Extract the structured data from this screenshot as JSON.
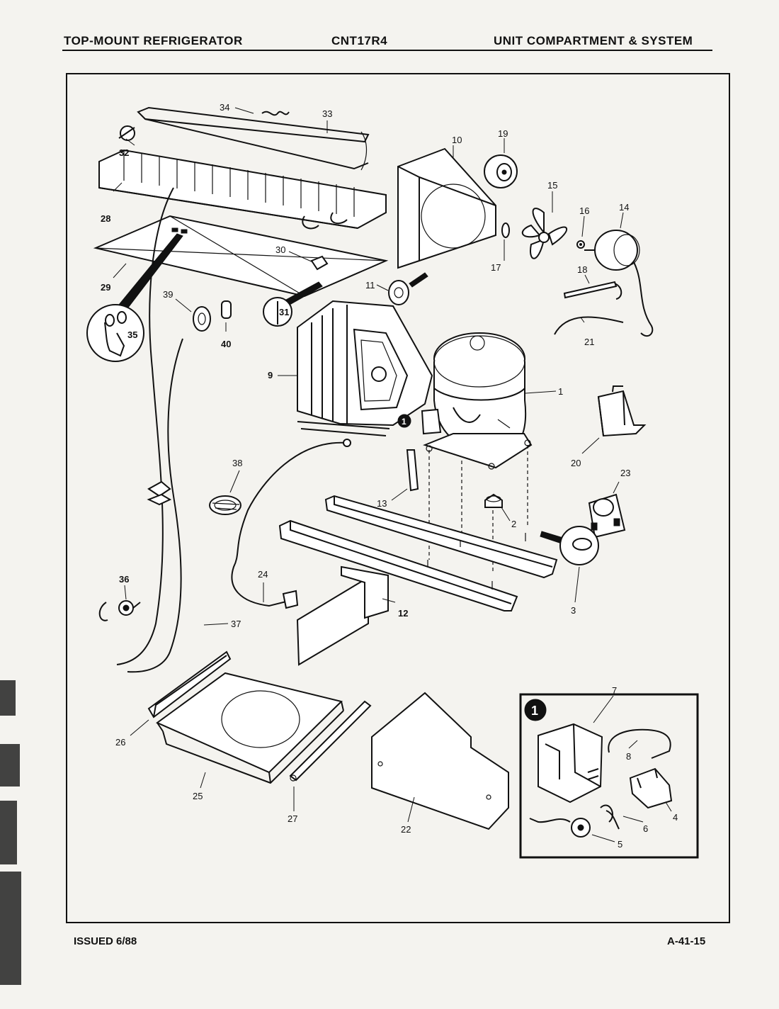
{
  "header": {
    "left": "TOP-MOUNT REFRIGERATOR",
    "model": "CNT17R4",
    "right": "UNIT COMPARTMENT & SYSTEM"
  },
  "footer": {
    "issued": "ISSUED 6/88",
    "page_code": "A-41-15"
  },
  "parts": {
    "p1": "1",
    "p2": "2",
    "p3": "3",
    "p4": "4",
    "p5": "5",
    "p6": "6",
    "p7": "7",
    "p8": "8",
    "p9": "9",
    "p10": "10",
    "p11": "11",
    "p12": "12",
    "p13": "13",
    "p14": "14",
    "p15": "15",
    "p16": "16",
    "p17": "17",
    "p18": "18",
    "p19": "19",
    "p20": "20",
    "p21": "21",
    "p22": "22",
    "p23": "23",
    "p24": "24",
    "p25": "25",
    "p26": "26",
    "p27": "27",
    "p28": "28",
    "p29": "29",
    "p30": "30",
    "p31": "31",
    "p32": "32",
    "p33": "33",
    "p34": "34",
    "p35": "35",
    "p36": "36",
    "p37": "37",
    "p38": "38",
    "p39": "39",
    "p40": "40"
  },
  "inset_marker": "1"
}
